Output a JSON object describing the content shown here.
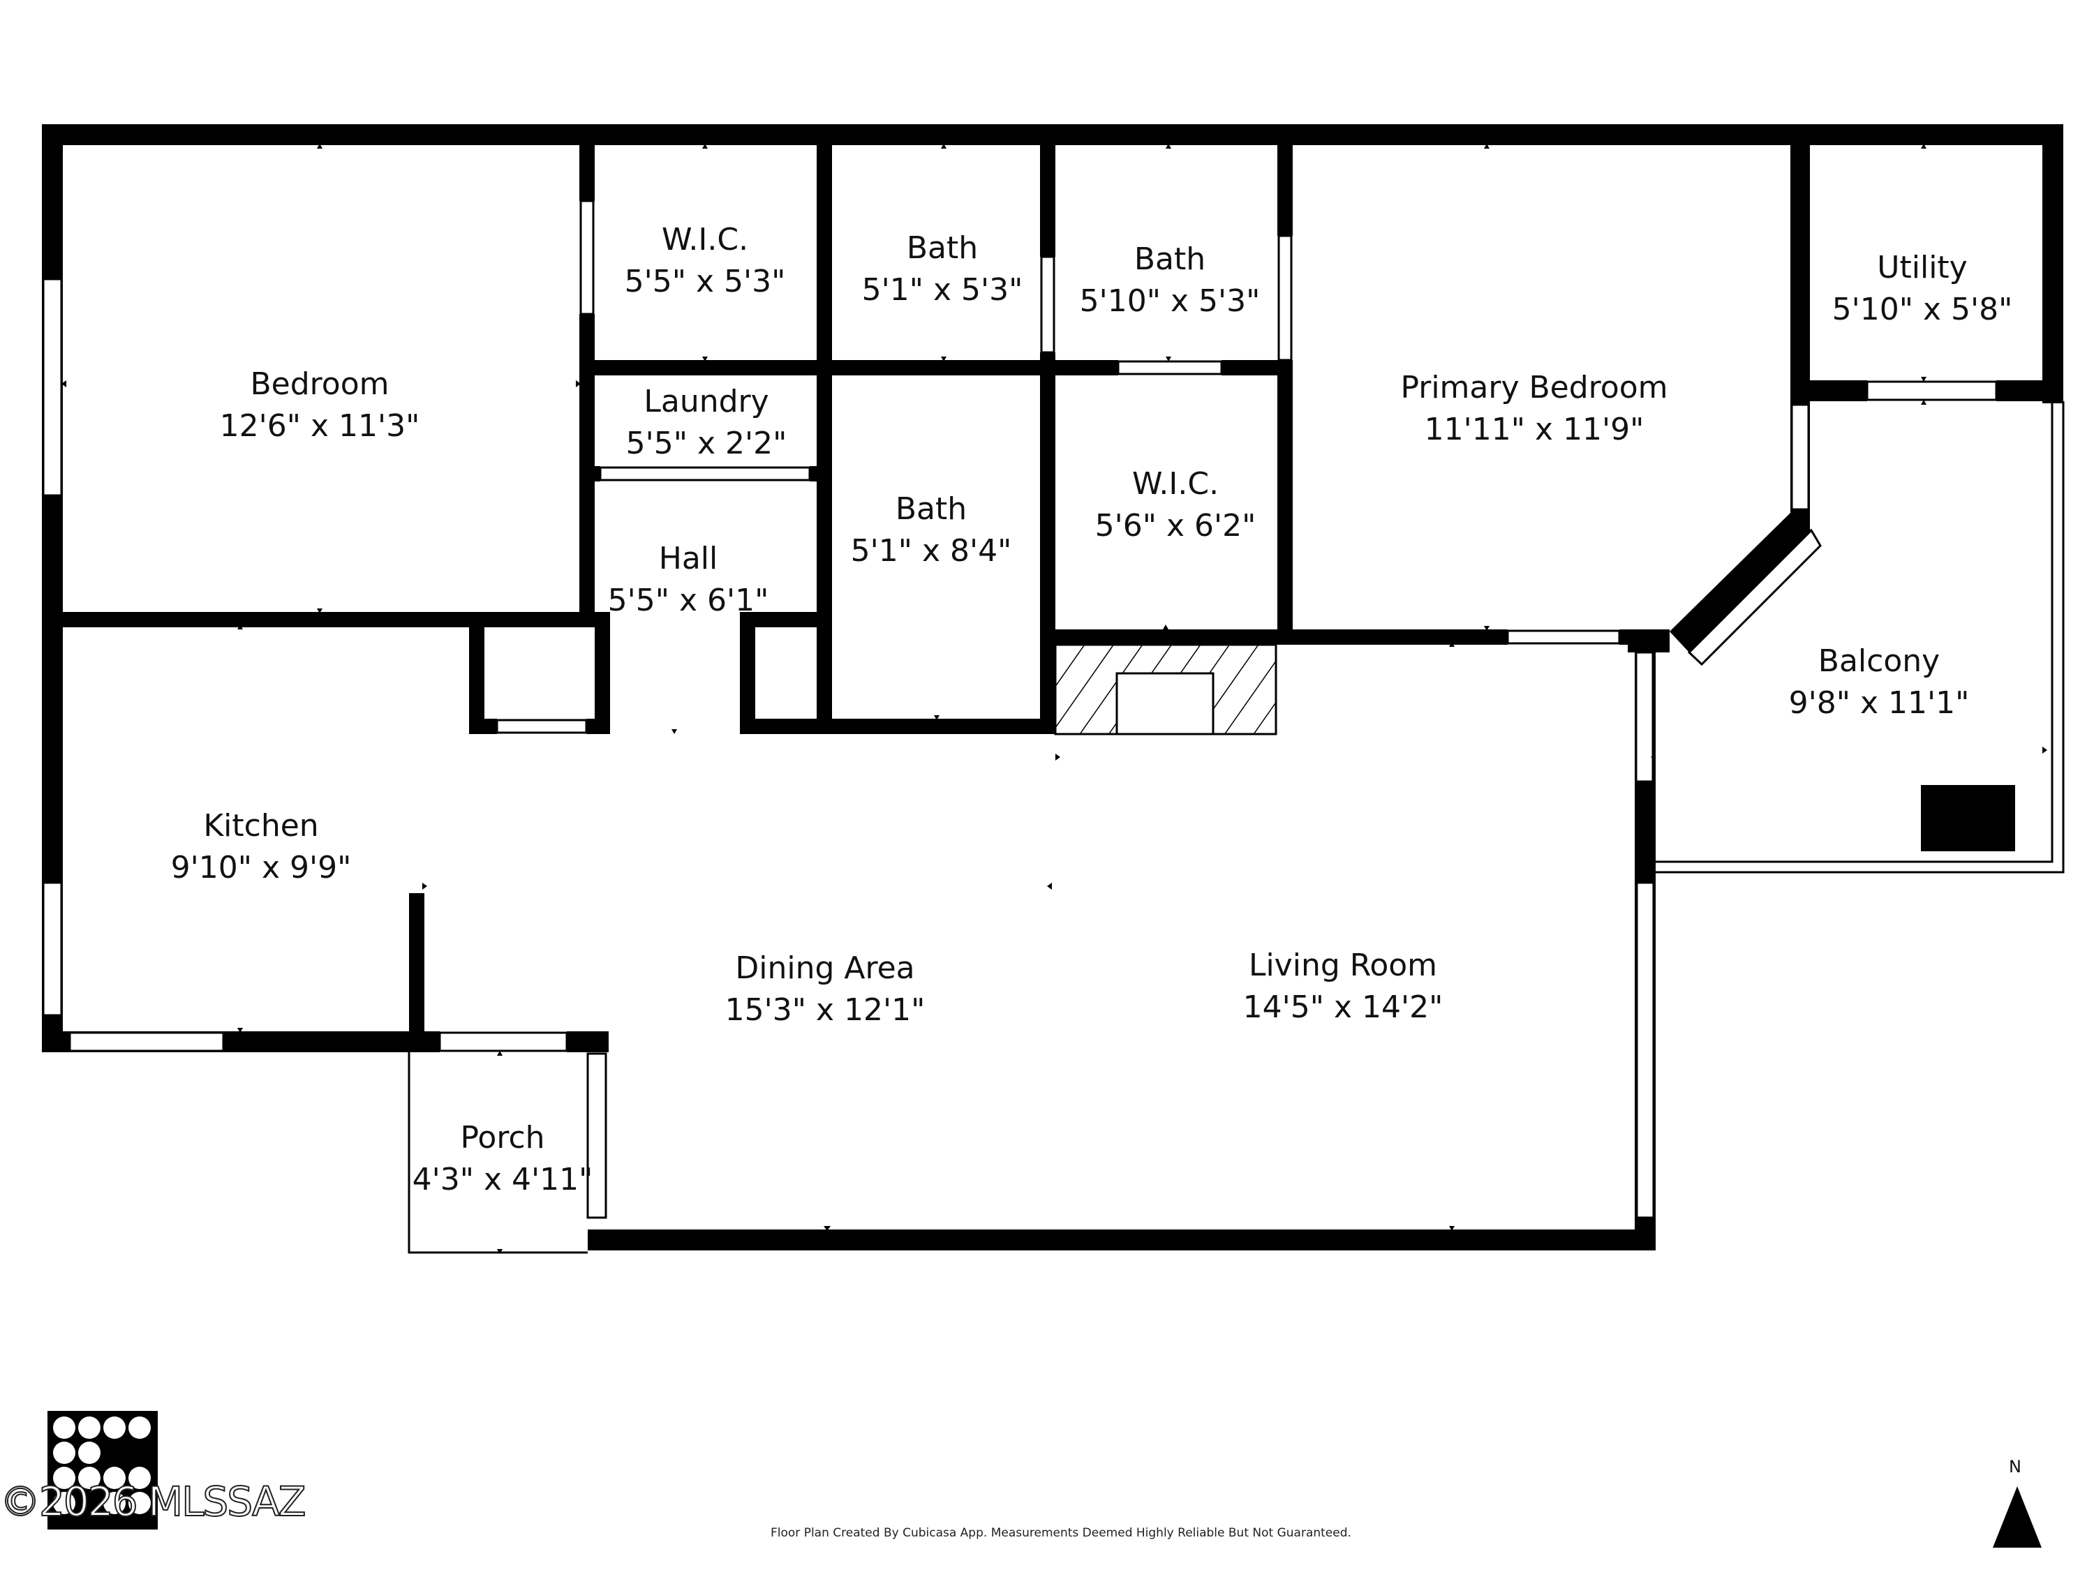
{
  "rooms": {
    "bedroom": {
      "name": "Bedroom",
      "dims": "12'6\" x 11'3\""
    },
    "wic1": {
      "name": "W.I.C.",
      "dims": "5'5\" x 5'3\""
    },
    "bath1": {
      "name": "Bath",
      "dims": "5'1\" x 5'3\""
    },
    "bath2": {
      "name": "Bath",
      "dims": "5'10\" x 5'3\""
    },
    "primary": {
      "name": "Primary Bedroom",
      "dims": "11'11\" x 11'9\""
    },
    "utility": {
      "name": "Utility",
      "dims": "5'10\" x 5'8\""
    },
    "laundry": {
      "name": "Laundry",
      "dims": "5'5\" x 2'2\""
    },
    "hall": {
      "name": "Hall",
      "dims": "5'5\" x 6'1\""
    },
    "bath3": {
      "name": "Bath",
      "dims": "5'1\" x 8'4\""
    },
    "wic2": {
      "name": "W.I.C.",
      "dims": "5'6\" x 6'2\""
    },
    "balcony": {
      "name": "Balcony",
      "dims": "9'8\" x 11'1\""
    },
    "kitchen": {
      "name": "Kitchen",
      "dims": "9'10\" x 9'9\""
    },
    "dining": {
      "name": "Dining Area",
      "dims": "15'3\" x 12'1\""
    },
    "living": {
      "name": "Living Room",
      "dims": "14'5\" x 14'2\""
    },
    "porch": {
      "name": "Porch",
      "dims": "4'3\" x 4'11\""
    }
  },
  "footer": {
    "disclaimer": "Floor Plan Created By Cubicasa App. Measurements Deemed Highly Reliable But Not Guaranteed.",
    "copyright": "©2026 MLSSAZ",
    "north": "N"
  },
  "colors": {
    "wall": "#000000",
    "window": "#ffffff",
    "background": "#ffffff"
  },
  "icons": [
    "mls-logo-icon",
    "north-arrow-icon",
    "fireplace-icon"
  ]
}
